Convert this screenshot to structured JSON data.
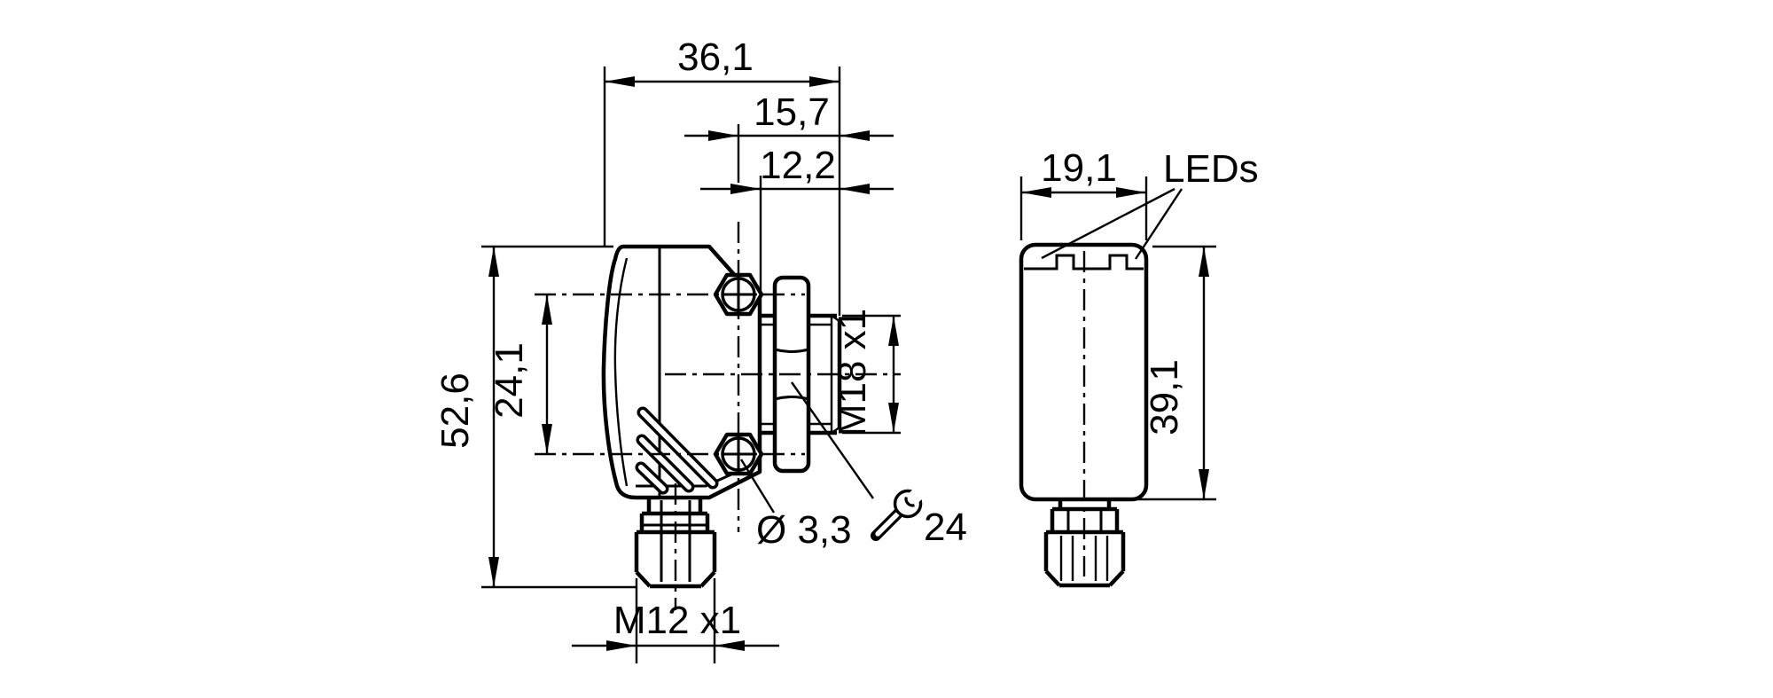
{
  "page": {
    "background_color": "#ffffff",
    "line_color": "#000000",
    "text_color": "#000000"
  },
  "views": {
    "side_view": {
      "dims": {
        "overall_width": "36,1",
        "face_to_mount_axis": "15,7",
        "barrel_protrusion": "12,2",
        "overall_height": "52,6",
        "mount_hole_spacing": "24,1",
        "front_thread": "M18 x1",
        "mount_hole_diameter": "Ø 3,3",
        "wrench_size": "24",
        "connector_thread": "M12 x1"
      }
    },
    "front_view": {
      "dims": {
        "width": "19,1",
        "height": "39,1"
      },
      "leds_label": "LEDs"
    }
  },
  "icons": {
    "wrench": "open-end-wrench-icon"
  }
}
